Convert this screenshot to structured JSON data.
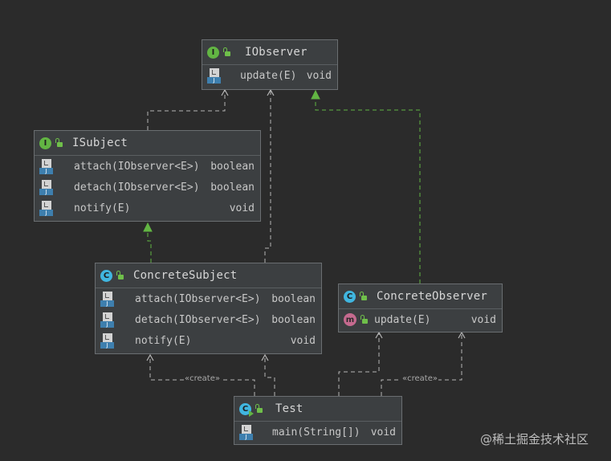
{
  "diagram": {
    "classes": {
      "iobserver": {
        "kind_letter": "I",
        "name": "IObserver",
        "members": [
          {
            "name": "update(E)",
            "returns": "void"
          }
        ]
      },
      "isubject": {
        "kind_letter": "I",
        "name": "ISubject",
        "members": [
          {
            "name": "attach(IObserver<E>)",
            "returns": "boolean"
          },
          {
            "name": "detach(IObserver<E>)",
            "returns": "boolean"
          },
          {
            "name": "notify(E)",
            "returns": "void"
          }
        ]
      },
      "concretesubject": {
        "kind_letter": "C",
        "name": "ConcreteSubject",
        "members": [
          {
            "name": "attach(IObserver<E>)",
            "returns": "boolean"
          },
          {
            "name": "detach(IObserver<E>)",
            "returns": "boolean"
          },
          {
            "name": "notify(E)",
            "returns": "void"
          }
        ]
      },
      "concreteobserver": {
        "kind_letter": "C",
        "name": "ConcreteObserver",
        "members": [
          {
            "badge": "m",
            "name": "update(E)",
            "returns": "void"
          }
        ]
      },
      "test": {
        "kind_letter": "C",
        "name": "Test",
        "members": [
          {
            "name": "main(String[])",
            "returns": "void"
          }
        ]
      }
    },
    "edge_labels": {
      "create_left": "«create»",
      "create_right": "«create»"
    },
    "method_icon_text": "J"
  },
  "colors": {
    "background": "#2b2b2b",
    "box_fill": "#3c3f41",
    "box_border": "#6a6e71",
    "dependency_line": "#b5b5b5",
    "realization_line": "#62b543",
    "interface_badge": "#62b543",
    "class_badge": "#40b6e0",
    "method_badge": "#c56a8f"
  },
  "icons": {
    "interface": "interface-badge-icon",
    "class": "class-badge-icon",
    "runnable_class": "runnable-class-badge-icon",
    "visibility": "public-lock-icon",
    "method": "java-method-icon",
    "method_badge": "method-badge-icon"
  },
  "watermark": "@稀土掘金技术社区"
}
